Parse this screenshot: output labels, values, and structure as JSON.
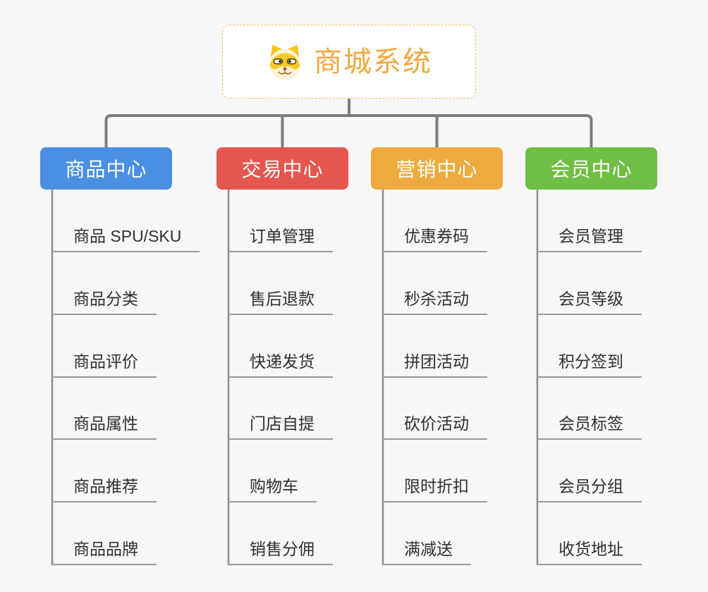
{
  "root": {
    "title": "商城系统",
    "icon": "shiba-dog-icon"
  },
  "branches": [
    {
      "label": "商品中心",
      "color": "#4a8fe2",
      "children": [
        "商品 SPU/SKU",
        "商品分类",
        "商品评价",
        "商品属性",
        "商品推荐",
        "商品品牌"
      ]
    },
    {
      "label": "交易中心",
      "color": "#e4564e",
      "children": [
        "订单管理",
        "售后退款",
        "快递发货",
        "门店自提",
        "购物车",
        "销售分佣"
      ]
    },
    {
      "label": "营销中心",
      "color": "#ecaa3f",
      "children": [
        "优惠券码",
        "秒杀活动",
        "拼团活动",
        "砍价活动",
        "限时折扣",
        "满减送"
      ]
    },
    {
      "label": "会员中心",
      "color": "#6fbe45",
      "children": [
        "会员管理",
        "会员等级",
        "积分签到",
        "会员标签",
        "会员分组",
        "收货地址"
      ]
    }
  ],
  "colors": {
    "canvas_background": "#f7f7f7",
    "connector_line": "#7d7d7d",
    "leaf_underline": "#9a9a9a",
    "leaf_text": "#2f2f2f",
    "root_border": "#f2ba63",
    "root_text": "#efa93f",
    "branch_text": "#ffffff"
  }
}
